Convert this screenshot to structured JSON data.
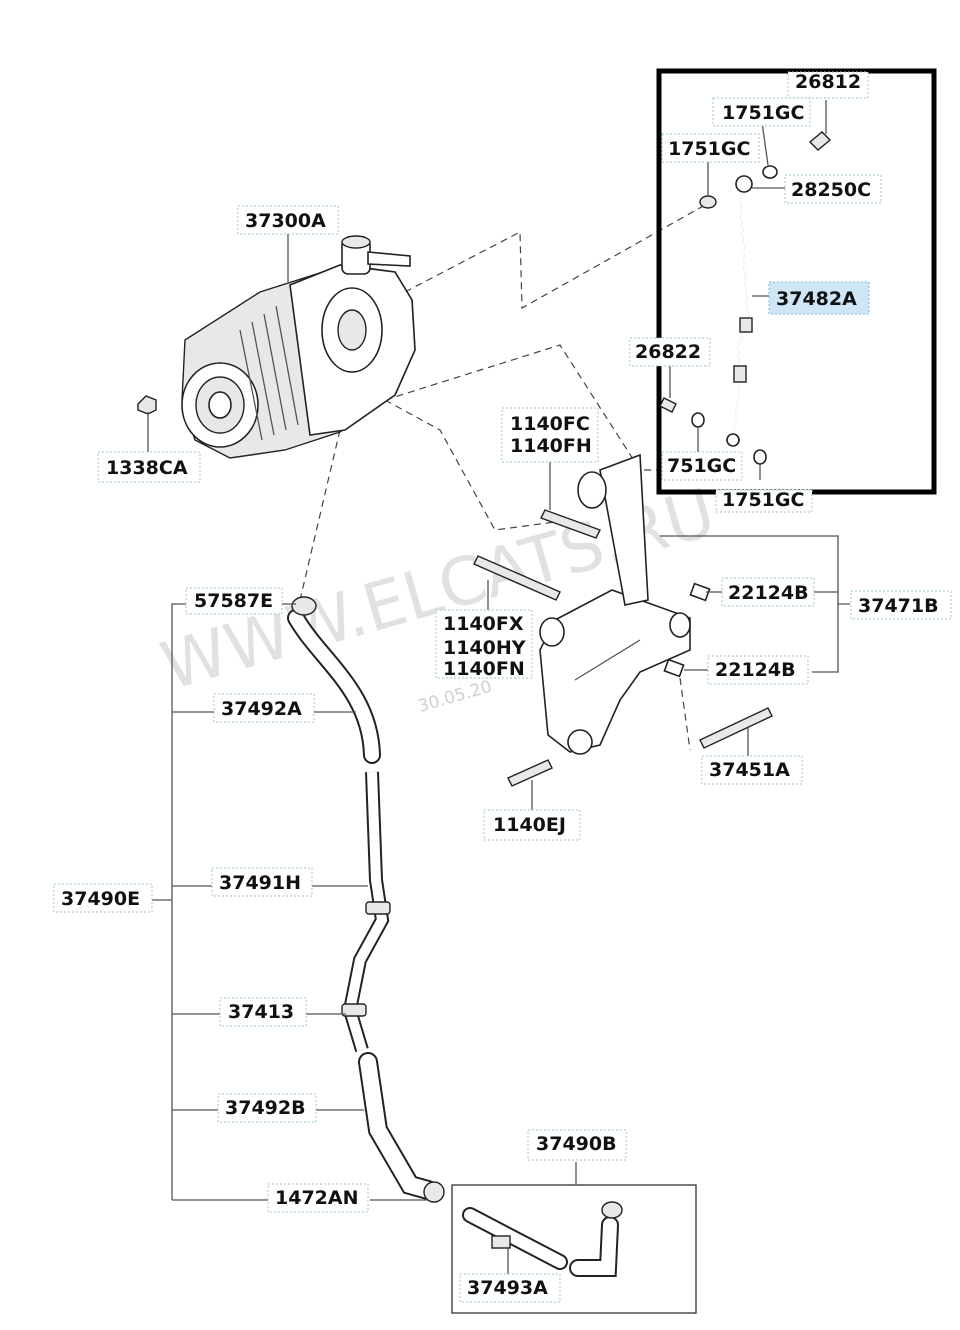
{
  "watermark": {
    "text": "WWW.ELCATS.RU",
    "date": "30.05.20"
  },
  "labels": {
    "p26812": "26812",
    "p1751gc_a": "1751GC",
    "p1751gc_b": "1751GC",
    "p28250c": "28250C",
    "p37482a": "37482A",
    "p26822": "26822",
    "p751gc": "751GC",
    "p1751gc_c": "1751GC",
    "p37300a": "37300A",
    "p1338ca": "1338CA",
    "p1140fc": "1140FC",
    "p1140fh": "1140FH",
    "p22124b_a": "22124B",
    "p37471b": "37471B",
    "p22124b_b": "22124B",
    "p1140fx": "1140FX",
    "p1140hy": "1140HY",
    "p1140fn": "1140FN",
    "p57587e": "57587E",
    "p37492a": "37492A",
    "p37451a": "37451A",
    "p1140ej": "1140EJ",
    "p37490e": "37490E",
    "p37491h": "37491H",
    "p37413": "37413",
    "p37492b": "37492B",
    "p37490b": "37490B",
    "p1472an": "1472AN",
    "p37493a": "37493A"
  },
  "colors": {
    "highlight": "#cfe6f7",
    "frame": "#000000"
  }
}
